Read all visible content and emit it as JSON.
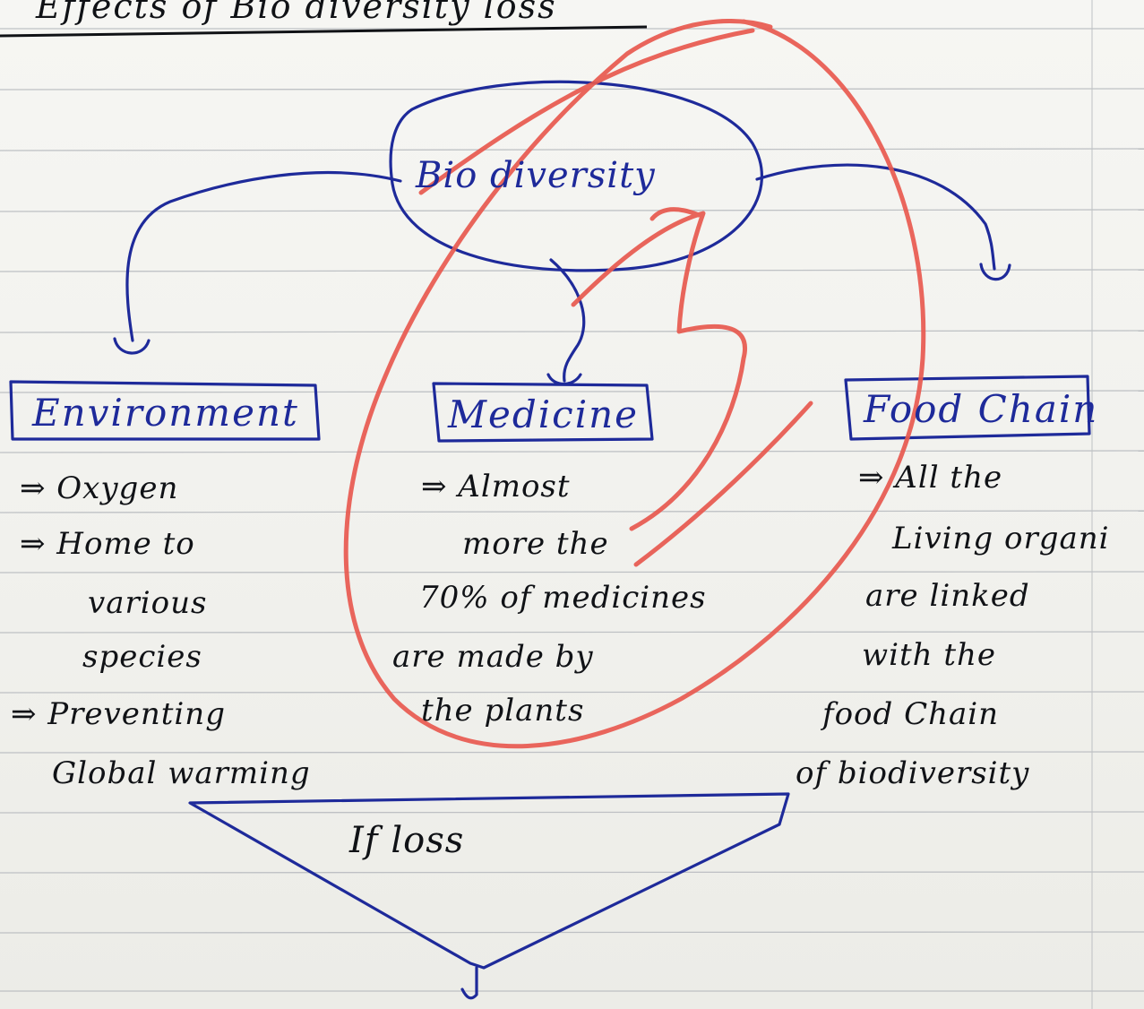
{
  "page": {
    "title": "Effects of Bio diversity loss"
  },
  "diagram": {
    "center": {
      "label": "Bio diversity"
    },
    "branches": [
      {
        "label": "Environment",
        "notes": [
          "⇒ Oxygen",
          "⇒ Home to",
          "various",
          "species",
          "⇒ Preventing",
          "Global warming"
        ]
      },
      {
        "label": "Medicine",
        "notes": [
          "⇒ Almost",
          "more the",
          "70% of medicines",
          "are made by",
          "the plants"
        ]
      },
      {
        "label": "Food Chain",
        "notes": [
          "⇒ All the",
          "Living organi",
          "are linked",
          "with the",
          "food Chain",
          "of biodiversity"
        ]
      }
    ],
    "condition": {
      "label": "If loss"
    }
  },
  "colors": {
    "paper": "#f4f4f1",
    "rule_line": "#b9bcc0",
    "pencil_ink": "#101216",
    "pen_ink": "#1e2a9a",
    "red_marker": "#e8594f"
  }
}
